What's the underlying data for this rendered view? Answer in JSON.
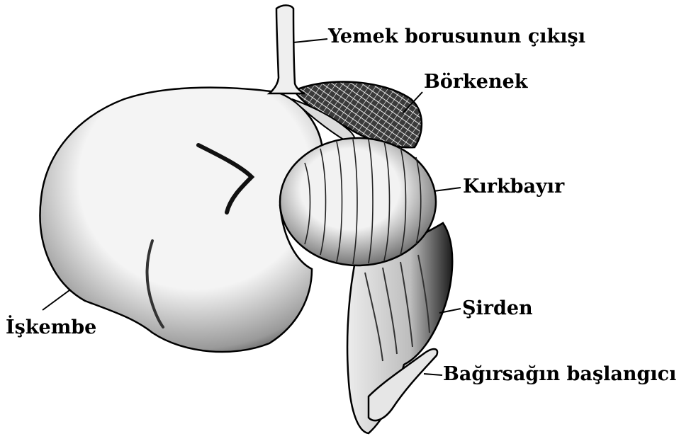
{
  "labels": {
    "esophagus_exit": "Yemek borusunun çıkışı",
    "reticulum": "Börkenek",
    "omasum": "Kırkbayır",
    "rumen": "İşkembe",
    "abomasum": "Şirden",
    "intestine_start": "Bağırsağın başlangıcı"
  },
  "colors": {
    "ink": "#000000",
    "paper": "#ffffff",
    "organ_fill": "#f2f2f2",
    "shade": "#1a1a1a"
  }
}
